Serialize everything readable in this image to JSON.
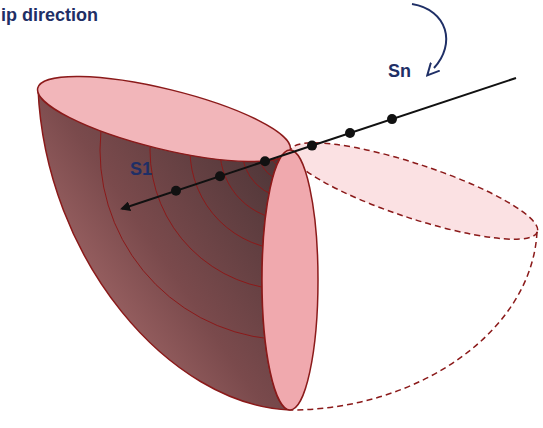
{
  "diagram": {
    "labels": [
      "ip direction",
      "Sn",
      "S1"
    ]
  }
}
